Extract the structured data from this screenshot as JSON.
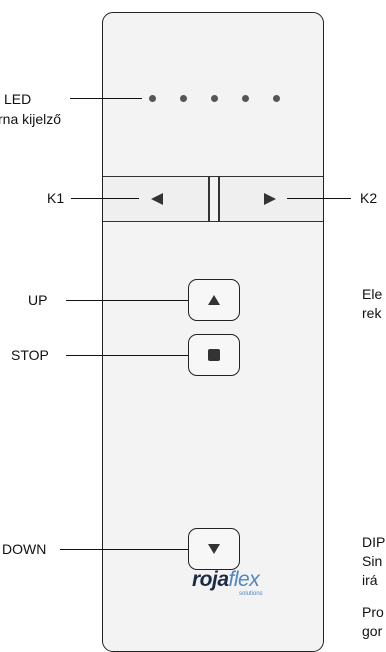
{
  "labels": {
    "led_line1": "LED",
    "led_line2": "rna kijelző",
    "k1": "K1",
    "k2": "K2",
    "up": "UP",
    "stop": "STOP",
    "down": "DOWN"
  },
  "side_text": {
    "line1": "Ele",
    "line2": "rek",
    "line3": "DIP",
    "line4": "Sin",
    "line5": "irá",
    "line6": "Pro",
    "line7": "gor"
  },
  "logo": {
    "main_a": "roja",
    "main_b": "flex",
    "sub": "solutions"
  },
  "colors": {
    "brand_dark": "#1d2a44",
    "brand_blue": "#4f86c6"
  }
}
